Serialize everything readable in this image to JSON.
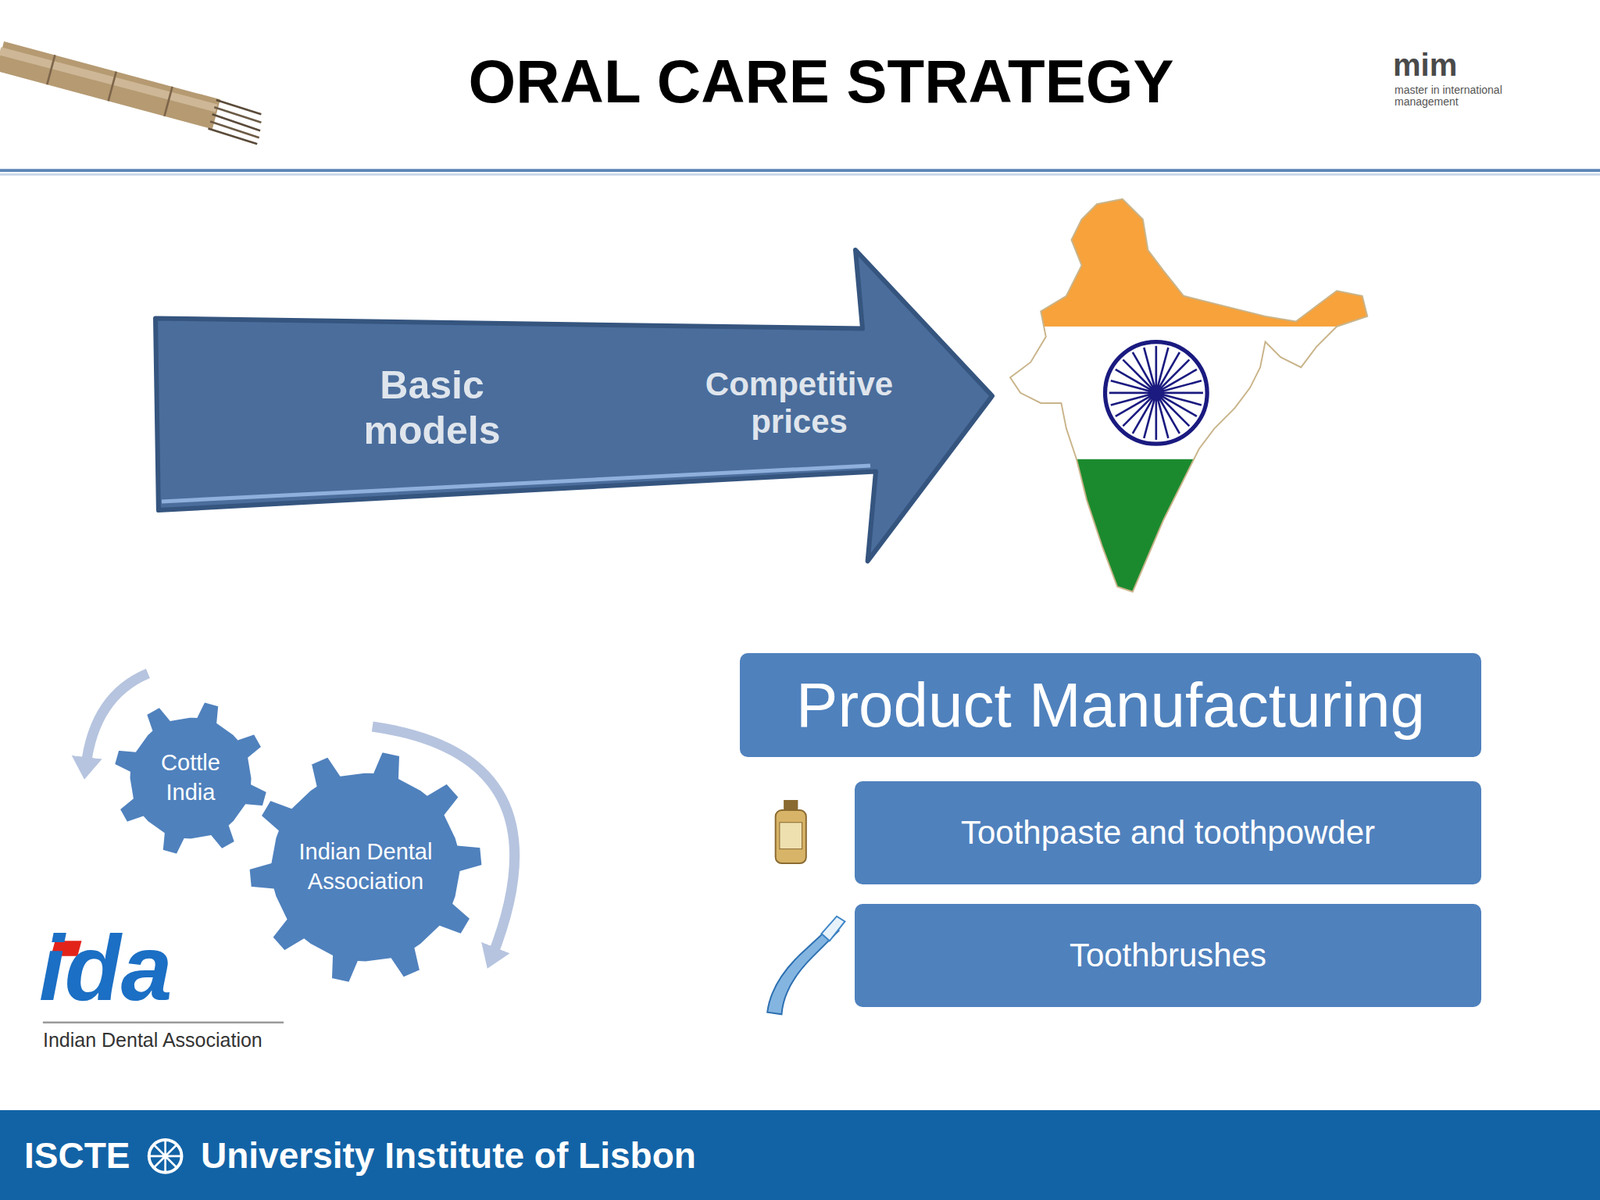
{
  "diagram": {
    "title": "ORAL CARE STRATEGY",
    "nodes": [
      {
        "text": [
          "Basic models",
          "Competitive prices"
        ]
      },
      {
        "text": [
          "Cottle India"
        ]
      },
      {
        "text": [
          "Indian Dental Association"
        ]
      },
      {
        "text": [
          "Product Manufacturing"
        ]
      },
      {
        "text": [
          "Toothpaste and toothpowder"
        ]
      },
      {
        "text": [
          "Toothbrushes"
        ]
      },
      {
        "text": [
          "ISCTE",
          "University Institute of Lisbon"
        ]
      }
    ],
    "labels": [
      "mim",
      "master in international management",
      "ida",
      "Indian Dental Association"
    ]
  }
}
